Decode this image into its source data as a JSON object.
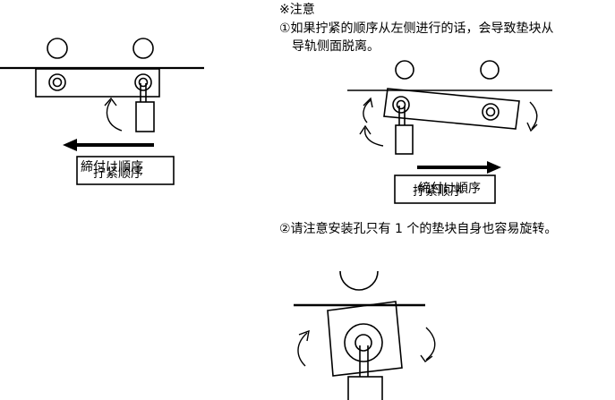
{
  "notes": {
    "heading": "※注意",
    "note1_line1": "①如果拧紧的顺序从左侧进行的话，会导致垫块从",
    "note1_line2": "导轨侧面脱离。",
    "note2": "②请注意安装孔只有 1 个的垫块自身也容易旋转。"
  },
  "fig1": {
    "label_overlay": "締付け順序",
    "label": "拧紧顺序"
  },
  "fig2": {
    "label_overlay": "締付け順序",
    "label": "拧紧顺序"
  }
}
